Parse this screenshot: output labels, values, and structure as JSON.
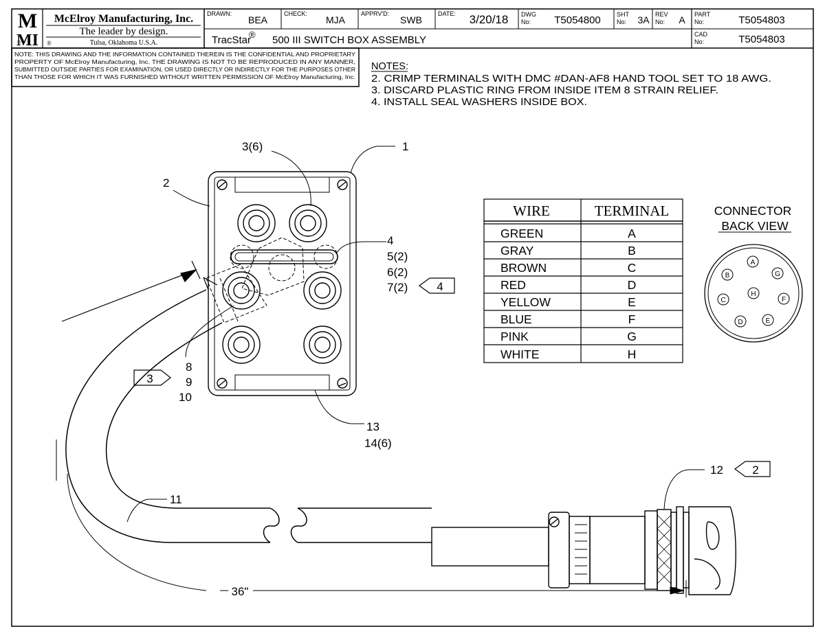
{
  "title_block": {
    "logo_top": "M",
    "logo_bottom": "MI",
    "company": "McElroy Manufacturing, Inc.",
    "tagline": "The leader by design.",
    "registered": "®",
    "location": "Tulsa, Oklahoma U.S.A.",
    "drawn_label": "DRAWN:",
    "drawn_value": "BEA",
    "check_label": "CHECK:",
    "check_value": "MJA",
    "apprvd_label": "APPRV'D:",
    "apprvd_value": "SWB",
    "date_label": "DATE:",
    "date_value": "3/20/18",
    "dwg_label_1": "DWG",
    "dwg_label_2": "No:",
    "dwg_value": "T5054800",
    "sht_label_1": "SHT",
    "sht_label_2": "No:",
    "sht_value": "3A",
    "rev_label_1": "REV",
    "rev_label_2": "No:",
    "rev_value": "A",
    "part_label_1": "PART",
    "part_label_2": "No:",
    "part_value": "T5054803",
    "cad_label_1": "CAD",
    "cad_label_2": "No:",
    "cad_value": "T5054803",
    "title_prefix": "TracStar",
    "title_reg": "®",
    "title_rest": "500 III SWITCH BOX ASSEMBLY"
  },
  "confidential": [
    "NOTE: THIS DRAWING AND THE INFORMATION CONTAINED THEREIN IS THE CONFIDENTIAL AND PROPRIETARY",
    "PROPERTY OF McElroy Manufacturing, Inc. THE DRAWING IS NOT TO BE REPRODUCED IN ANY MANNER,",
    "SUBMITTED OUTSIDE PARTIES FOR EXAMINATION, OR USED DIRECTLY OR INDIRECTLY FOR THE PURPOSES OTHER",
    "THAN THOSE FOR WHICH IT WAS FURNISHED WITHOUT WRITTEN PERMISSION OF McElroy Manufacturing, Inc."
  ],
  "notes": {
    "heading": "NOTES:",
    "items": [
      "2. CRIMP TERMINALS WITH DMC #DAN-AF8 HAND TOOL SET TO 18 AWG.",
      "3. DISCARD PLASTIC RING FROM INSIDE ITEM 8 STRAIN RELIEF.",
      "4. INSTALL SEAL WASHERS INSIDE BOX."
    ]
  },
  "callouts": {
    "c1": "1",
    "c2": "2",
    "c3_6": "3(6)",
    "c4": "4",
    "c5_2": "5(2)",
    "c6_2": "6(2)",
    "c7_2": "7(2)",
    "note_flag_4": "4",
    "c8": "8",
    "c9": "9",
    "c10": "10",
    "note_flag_3": "3",
    "c11": "11",
    "c12": "12",
    "note_flag_2": "2",
    "c13": "13",
    "c14_6": "14(6)",
    "dimension": "36\""
  },
  "wire_table": {
    "header_wire": "WIRE",
    "header_terminal": "TERMINAL",
    "rows": [
      {
        "wire": "GREEN",
        "terminal": "A"
      },
      {
        "wire": "GRAY",
        "terminal": "B"
      },
      {
        "wire": "BROWN",
        "terminal": "C"
      },
      {
        "wire": "RED",
        "terminal": "D"
      },
      {
        "wire": "YELLOW",
        "terminal": "E"
      },
      {
        "wire": "BLUE",
        "terminal": "F"
      },
      {
        "wire": "PINK",
        "terminal": "G"
      },
      {
        "wire": "WHITE",
        "terminal": "H"
      }
    ]
  },
  "connector": {
    "title_1": "CONNECTOR",
    "title_2": "BACK VIEW",
    "pins": [
      "A",
      "B",
      "G",
      "C",
      "H",
      "F",
      "D",
      "E"
    ]
  }
}
